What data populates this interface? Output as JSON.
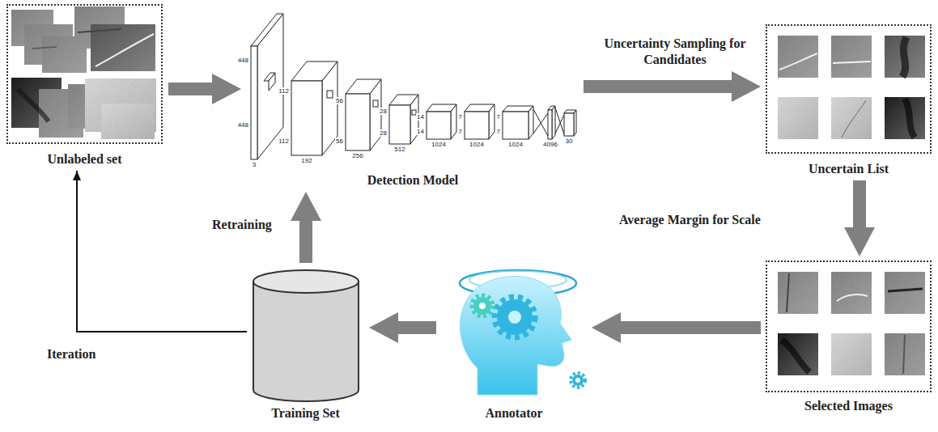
{
  "diagram": {
    "nodes": [
      {
        "text": [
          "Unlabeled set"
        ]
      },
      {
        "text": [
          "Detection Model"
        ]
      },
      {
        "text": [
          "Uncertain List"
        ]
      },
      {
        "text": [
          "Selected Images"
        ]
      },
      {
        "text": [
          "Annotator"
        ]
      },
      {
        "text": [
          "Training Set"
        ]
      }
    ],
    "edges": [
      {
        "from": 0,
        "to": 1,
        "arrow": "to"
      },
      {
        "from": 1,
        "to": 2,
        "arrow": "to",
        "label": "Uncertainty Sampling for Candidates"
      },
      {
        "from": 2,
        "to": 3,
        "arrow": "to",
        "label": "Average Margin for Scale"
      },
      {
        "from": 3,
        "to": 4,
        "arrow": "to"
      },
      {
        "from": 4,
        "to": 5,
        "arrow": "to"
      },
      {
        "from": 5,
        "to": 1,
        "arrow": "to",
        "label": "Retraining"
      },
      {
        "from": 5,
        "to": 0,
        "arrow": "to",
        "label": "Iteration"
      }
    ],
    "labels": [
      "448",
      "448",
      "3",
      "112",
      "112",
      "192",
      "56",
      "56",
      "256",
      "28",
      "28",
      "512",
      "14",
      "14",
      "1024",
      "7",
      "7",
      "1024",
      "7",
      "7",
      "1024",
      "4096",
      "30"
    ]
  }
}
